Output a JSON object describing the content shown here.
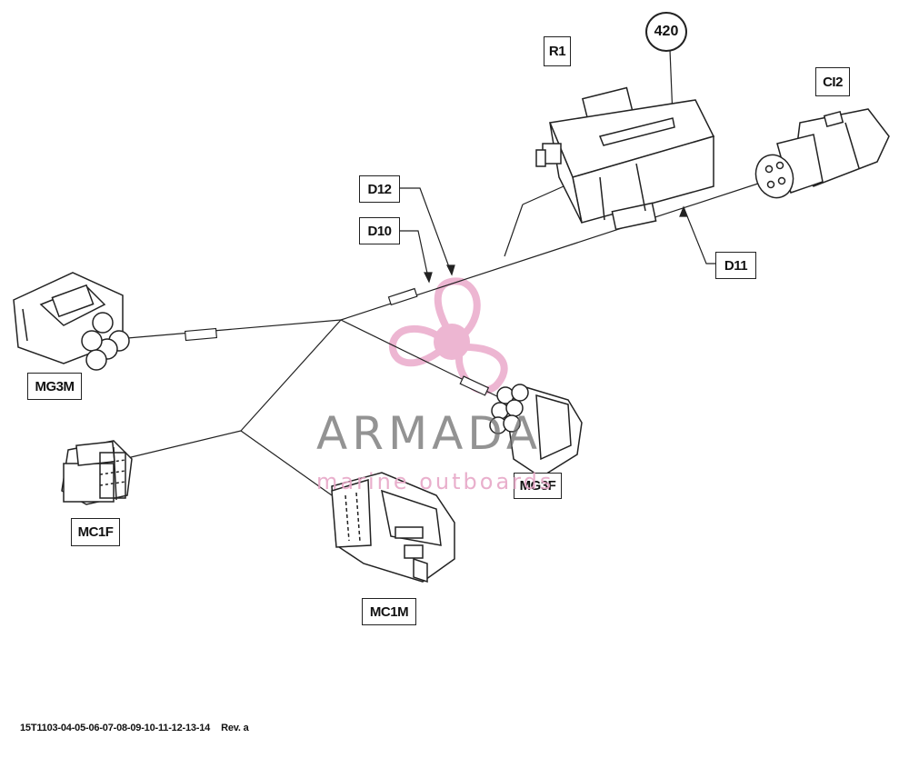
{
  "labels": {
    "r1": "R1",
    "part_420": "420",
    "ci2": "CI2",
    "d12": "D12",
    "d10": "D10",
    "d11": "D11",
    "mg3m": "MG3M",
    "mg3f": "MG3F",
    "mc1f": "MC1F",
    "mc1m": "MC1M"
  },
  "watermark": {
    "brand": "ARMADA",
    "tagline": "marine outboards",
    "colors": {
      "brand": "#6f6f6f",
      "accent": "#e7a7c7"
    },
    "icon": "propeller-icon"
  },
  "footer": {
    "drawing_code": "15T1103-04-05-06-07-08-09-10-11-12-13-14",
    "revision": "Rev. a"
  }
}
